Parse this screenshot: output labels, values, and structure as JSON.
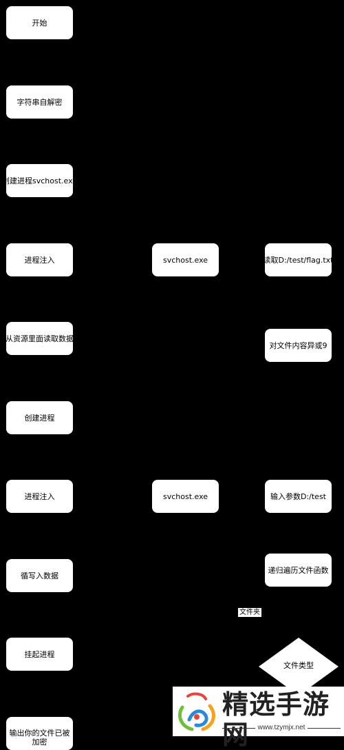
{
  "nodes": {
    "start": "开始",
    "string_decrypt": "字符串自解密",
    "create_svchost": "创建进程svchost.exe",
    "inject_1": "进程注入",
    "read_resource": "从资源里面读取数据",
    "create_process": "创建进程",
    "inject_2": "进程注入",
    "loop_write": "循写入数据",
    "suspend_process": "挂起进程",
    "output_encrypted": "输出你的文件已被加密",
    "svchost_1": "svchost.exe",
    "svchost_2": "svchost.exe",
    "read_flag": "读取D:/test/flag.txt",
    "xor_content": "对文件内容异或9",
    "input_param": "输入参数D:/test",
    "recursive_traverse": "递归遍历文件函数",
    "file_type": "文件类型"
  },
  "edge_labels": {
    "folder": "文件夹"
  },
  "watermark": {
    "title": "精选手游网",
    "url": "www.tzymjx.net"
  },
  "colors": {
    "background": "#000000",
    "node_fill": "#ffffff",
    "text": "#000000",
    "logo_red": "#e8453c",
    "logo_green": "#6fbf3a",
    "logo_orange": "#f7a21b",
    "logo_blue": "#2a8ad8"
  }
}
